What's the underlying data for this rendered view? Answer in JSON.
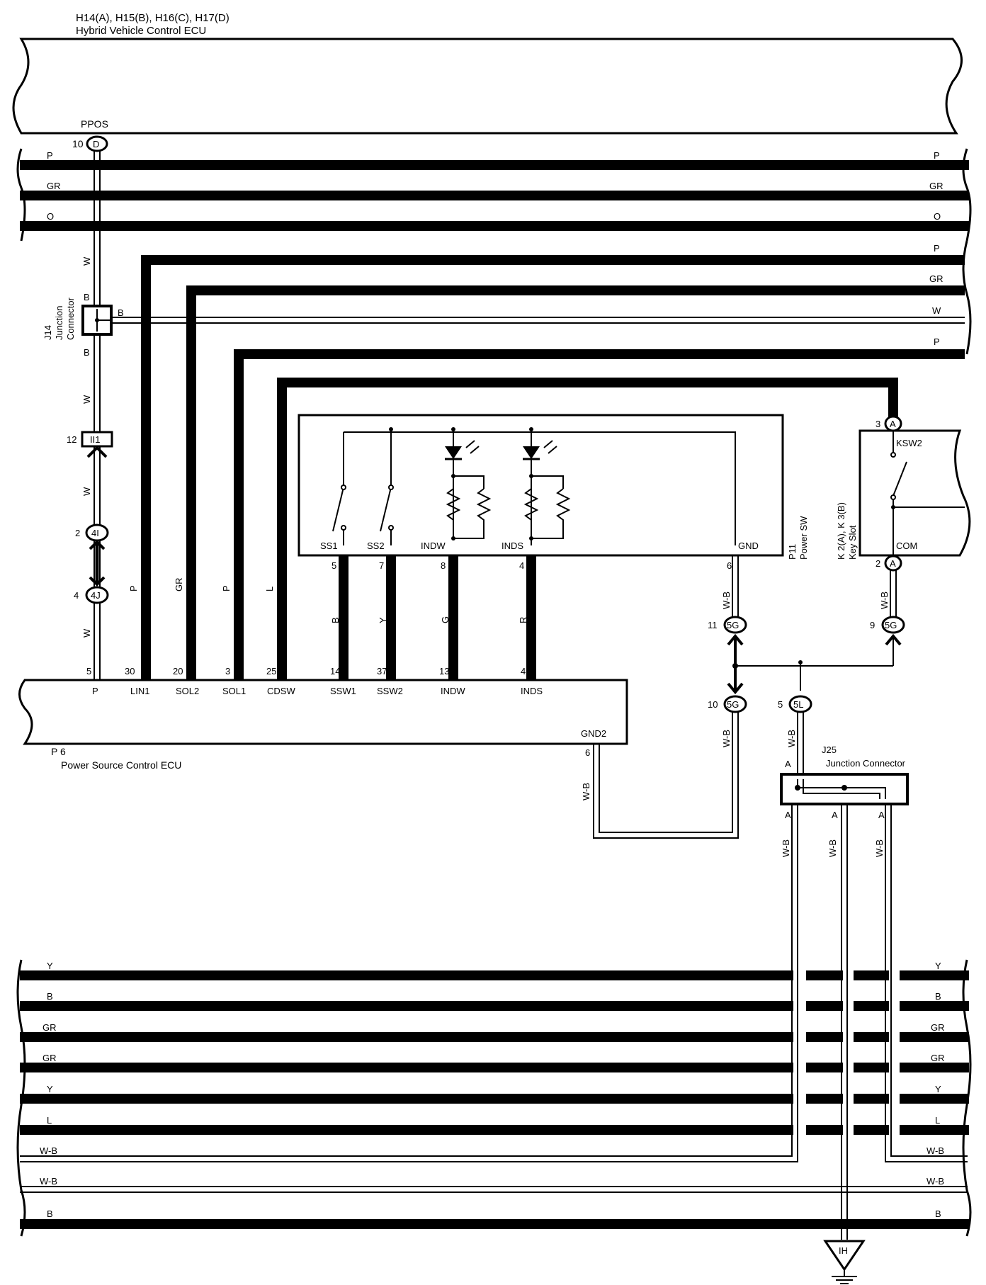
{
  "hv_ecu": {
    "connectors": "H14(A), H15(B), H16(C), H17(D)",
    "name": "Hybrid Vehicle Control ECU",
    "pin_name": "PPOS",
    "pin_no": "10",
    "pin_conn": "D"
  },
  "top_bus": [
    "P",
    "GR",
    "O"
  ],
  "right_wires": [
    "P",
    "GR",
    "W",
    "P"
  ],
  "j14": {
    "id": "J14",
    "name1": "Junction",
    "name2": "Connector",
    "pin_top": "B",
    "pin_right": "B",
    "pin_bottom": "B"
  },
  "wire_w": "W",
  "ii1": {
    "pin": "12",
    "label": "II1"
  },
  "c4i": {
    "pin": "2",
    "label": "4I"
  },
  "c4j": {
    "pin": "4",
    "label": "4J"
  },
  "ecu_wire_labels": [
    "P",
    "GR",
    "P",
    "L"
  ],
  "p6": {
    "id": "P 6",
    "name": "Power Source Control ECU",
    "gnd_label": "GND2",
    "gnd_pin": "6",
    "pins": [
      {
        "no": "5",
        "name": "P"
      },
      {
        "no": "30",
        "name": "LIN1"
      },
      {
        "no": "20",
        "name": "SOL2"
      },
      {
        "no": "3",
        "name": "SOL1"
      },
      {
        "no": "25",
        "name": "CDSW"
      },
      {
        "no": "14",
        "name": "SSW1"
      },
      {
        "no": "37",
        "name": "SSW2"
      },
      {
        "no": "13",
        "name": "INDW"
      },
      {
        "no": "4",
        "name": "INDS"
      }
    ]
  },
  "p11": {
    "id": "P11",
    "name": "Power SW",
    "gnd_label": "GND",
    "gnd_pin": "6",
    "terminals": [
      {
        "name": "SS1",
        "pin": "5",
        "color": "B"
      },
      {
        "name": "SS2",
        "pin": "7",
        "color": "Y"
      },
      {
        "name": "INDW",
        "pin": "8",
        "color": "G"
      },
      {
        "name": "INDS",
        "pin": "4",
        "color": "R"
      }
    ]
  },
  "key_slot": {
    "id": "K 2(A), K 3(B)",
    "name": "Key Slot",
    "switch": "KSW2",
    "com": "COM",
    "pin_top": "3",
    "pin_bottom": "2",
    "conn": "A"
  },
  "wire_wb": "W-B",
  "conn_5g": {
    "label": "5G",
    "pins": [
      "11",
      "9",
      "10"
    ]
  },
  "conn_5l": {
    "label": "5L",
    "pin": "5"
  },
  "j25": {
    "id": "J25",
    "name": "Junction Connector",
    "pin": "A"
  },
  "bottom_bus": [
    "Y",
    "B",
    "GR",
    "GR",
    "Y",
    "L",
    "W-B",
    "W-B",
    "B"
  ],
  "ground": {
    "label": "IH"
  }
}
